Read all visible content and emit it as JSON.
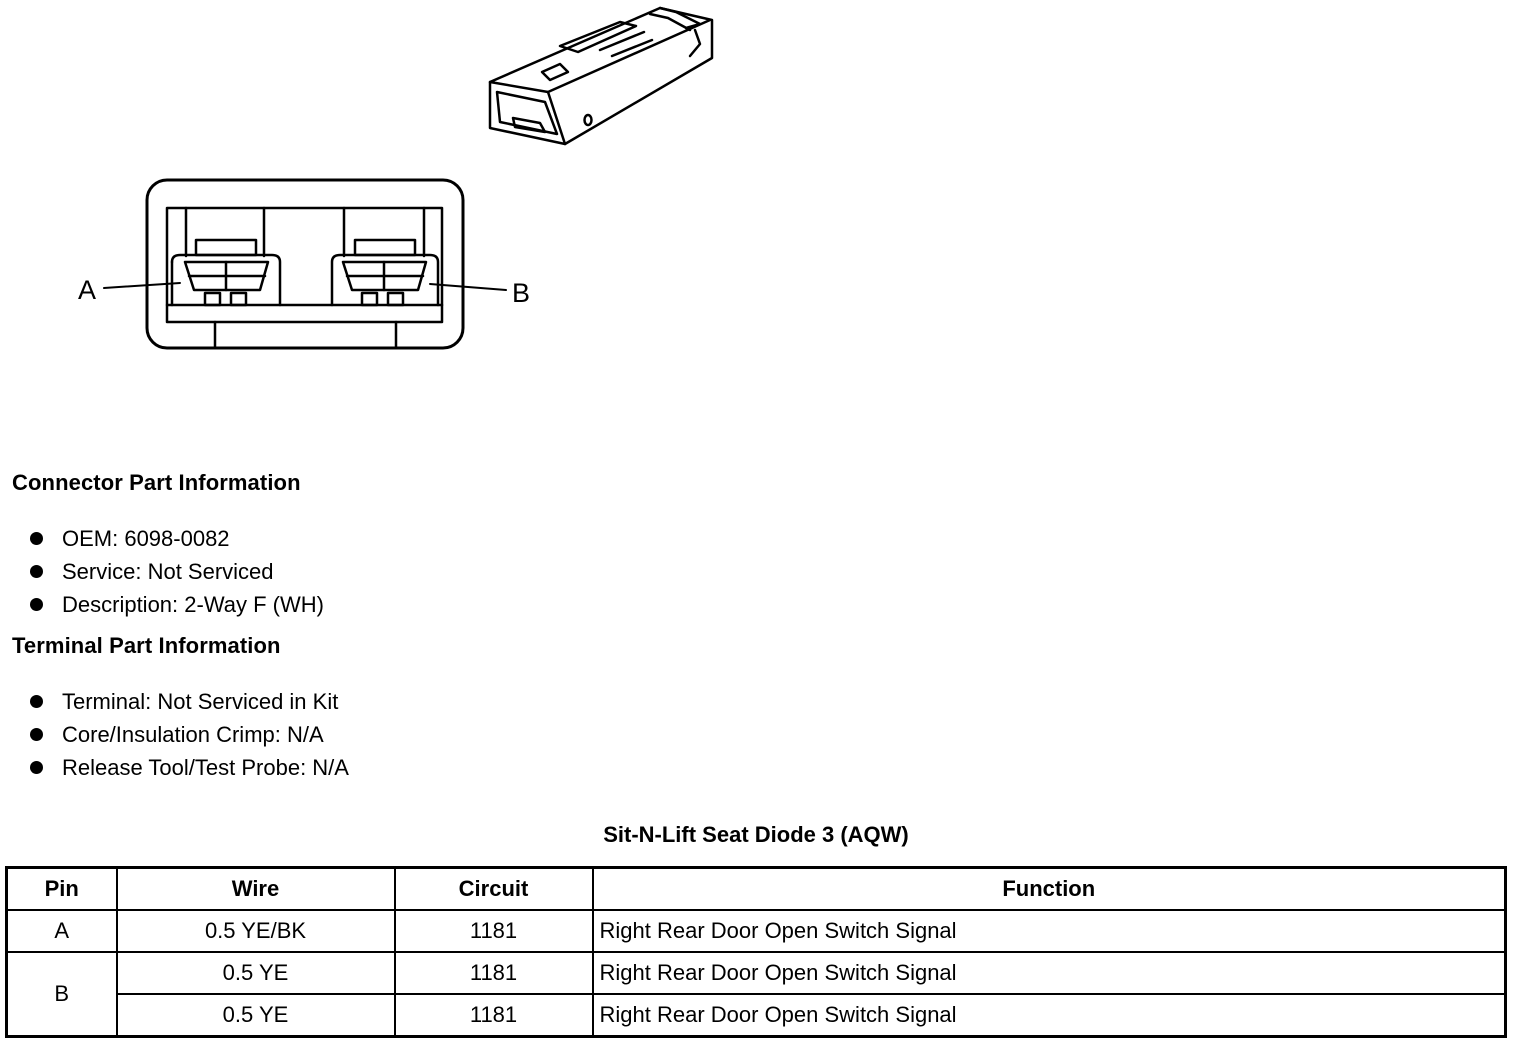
{
  "diagram": {
    "callout_a": "A",
    "callout_b": "B"
  },
  "connector_info": {
    "heading": "Connector Part Information",
    "items": [
      "OEM: 6098-0082",
      "Service: Not Serviced",
      "Description: 2-Way F (WH)"
    ]
  },
  "terminal_info": {
    "heading": "Terminal Part Information",
    "items": [
      "Terminal: Not Serviced in Kit",
      "Core/Insulation Crimp: N/A",
      "Release Tool/Test Probe: N/A"
    ]
  },
  "table": {
    "title": "Sit-N-Lift Seat Diode 3 (AQW)",
    "headers": [
      "Pin",
      "Wire",
      "Circuit",
      "Function"
    ],
    "rows": [
      {
        "pin": "A",
        "wire": "0.5 YE/BK",
        "circuit": "1181",
        "function": "Right Rear Door Open Switch Signal"
      },
      {
        "pin": "B",
        "wire": "0.5 YE",
        "circuit": "1181",
        "function": "Right Rear Door Open Switch Signal"
      },
      {
        "pin": "",
        "wire": "0.5 YE",
        "circuit": "1181",
        "function": "Right Rear Door Open Switch Signal"
      }
    ]
  }
}
